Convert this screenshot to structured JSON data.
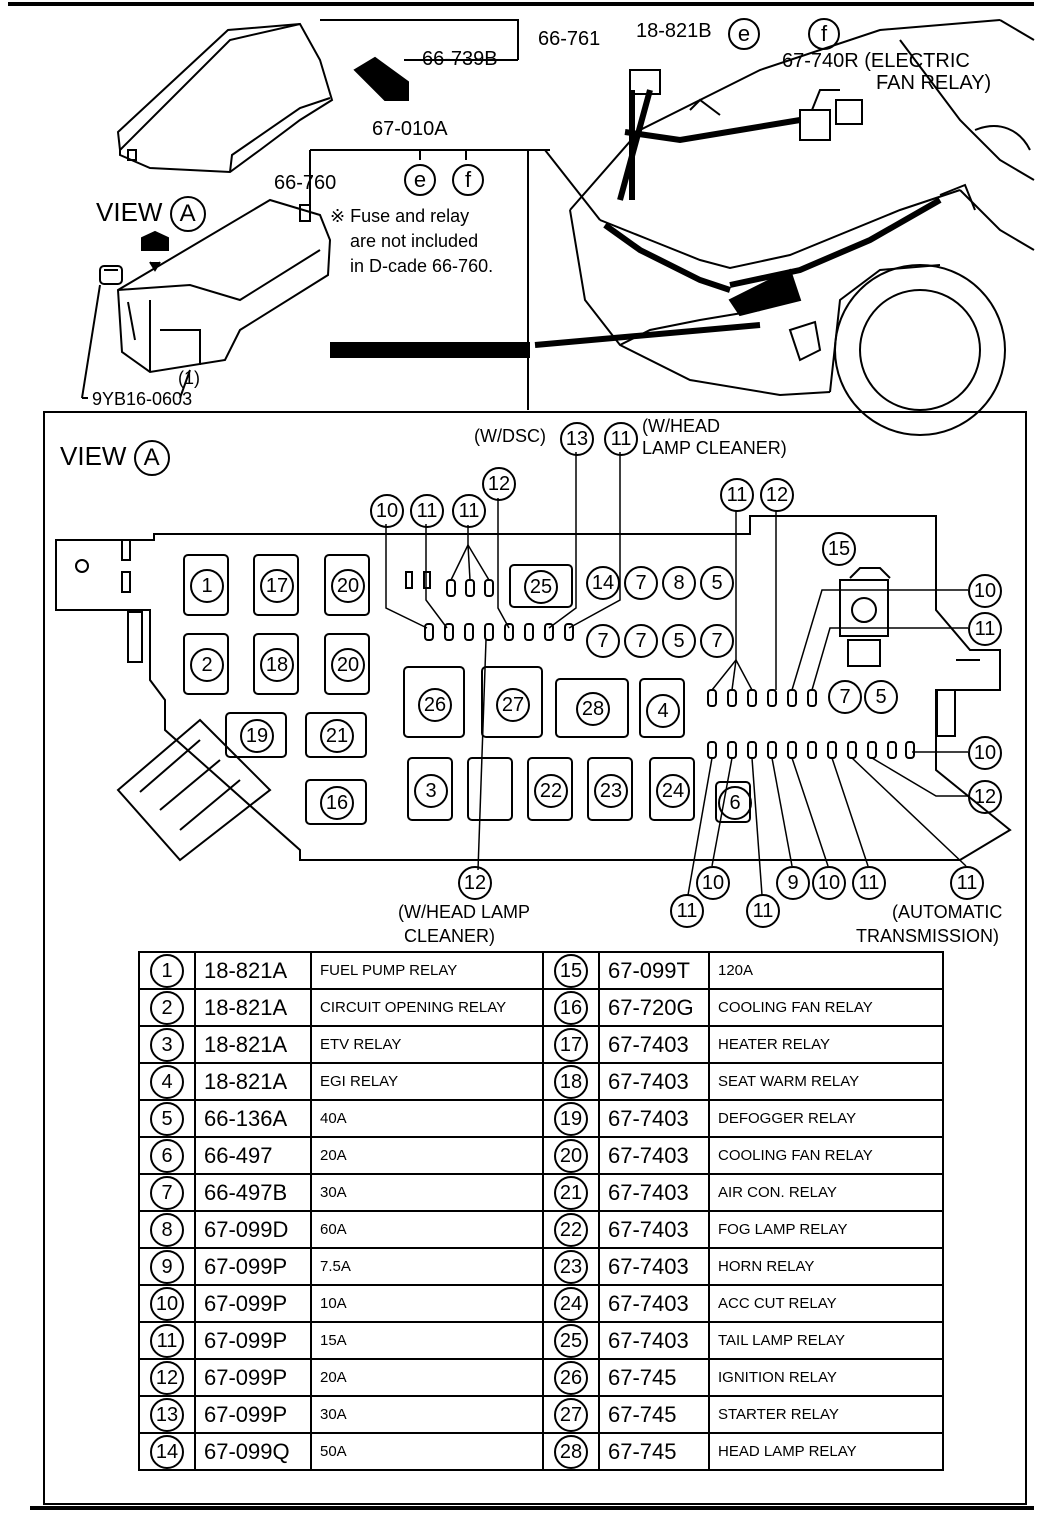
{
  "top_labels": {
    "cover_part": "66-761",
    "clip_part": "66-739B",
    "relay_e_part": "18-821B",
    "relay_e_tag": "e",
    "relay_f_tag": "f",
    "fan_relay_part": "67-740R (ELECTRIC",
    "fan_relay_part2": "FAN RELAY)",
    "fuse_block_part": "67-010A",
    "tag_e": "e",
    "tag_f": "f",
    "box_part": "66-760",
    "note_line1": "※ Fuse and relay",
    "note_line2": "are not included",
    "note_line3": "in D-cade 66-760.",
    "view_word": "VIEW",
    "view_letter": "A",
    "bolt_part": "9YB16-0603",
    "qty": "(1)"
  },
  "view_panel": {
    "title_word": "VIEW",
    "title_letter": "A",
    "wdsc": "(W/DSC)",
    "whead_top_1": "(W/HEAD",
    "whead_top_2": "LAMP CLEANER)",
    "whead_bottom_1": "(W/HEAD LAMP",
    "whead_bottom_2": "CLEANER)",
    "auto_1": "(AUTOMATIC",
    "auto_2": "TRANSMISSION)",
    "slot_numbers": [
      "1",
      "17",
      "20",
      "2",
      "18",
      "20",
      "19",
      "21",
      "16",
      "26",
      "27",
      "28",
      "4",
      "3",
      "22",
      "23",
      "24",
      "25",
      "14",
      "7",
      "8",
      "5",
      "7",
      "7",
      "5",
      "7",
      "7",
      "5",
      "6",
      "15"
    ],
    "callouts": [
      "10",
      "11",
      "11",
      "12",
      "13",
      "11",
      "11",
      "12",
      "10",
      "11",
      "10",
      "12",
      "12",
      "11",
      "10",
      "11",
      "9",
      "10",
      "11",
      "11"
    ]
  },
  "legend": {
    "rows": [
      {
        "n1": "1",
        "p1": "18-821A",
        "d1": "FUEL PUMP RELAY",
        "n2": "15",
        "p2": "67-099T",
        "d2": "120A"
      },
      {
        "n1": "2",
        "p1": "18-821A",
        "d1": "CIRCUIT OPENING RELAY",
        "n2": "16",
        "p2": "67-720G",
        "d2": "COOLING FAN RELAY"
      },
      {
        "n1": "3",
        "p1": "18-821A",
        "d1": "ETV RELAY",
        "n2": "17",
        "p2": "67-7403",
        "d2": "HEATER RELAY"
      },
      {
        "n1": "4",
        "p1": "18-821A",
        "d1": "EGI RELAY",
        "n2": "18",
        "p2": "67-7403",
        "d2": "SEAT WARM RELAY"
      },
      {
        "n1": "5",
        "p1": "66-136A",
        "d1": "40A",
        "n2": "19",
        "p2": "67-7403",
        "d2": "DEFOGGER RELAY"
      },
      {
        "n1": "6",
        "p1": "66-497",
        "d1": "20A",
        "n2": "20",
        "p2": "67-7403",
        "d2": "COOLING FAN RELAY"
      },
      {
        "n1": "7",
        "p1": "66-497B",
        "d1": "30A",
        "n2": "21",
        "p2": "67-7403",
        "d2": "AIR CON. RELAY"
      },
      {
        "n1": "8",
        "p1": "67-099D",
        "d1": "60A",
        "n2": "22",
        "p2": "67-7403",
        "d2": "FOG LAMP RELAY"
      },
      {
        "n1": "9",
        "p1": "67-099P",
        "d1": "7.5A",
        "n2": "23",
        "p2": "67-7403",
        "d2": "HORN RELAY"
      },
      {
        "n1": "10",
        "p1": "67-099P",
        "d1": "10A",
        "n2": "24",
        "p2": "67-7403",
        "d2": "ACC CUT RELAY"
      },
      {
        "n1": "11",
        "p1": "67-099P",
        "d1": "15A",
        "n2": "25",
        "p2": "67-7403",
        "d2": "TAIL LAMP RELAY"
      },
      {
        "n1": "12",
        "p1": "67-099P",
        "d1": "20A",
        "n2": "26",
        "p2": "67-745",
        "d2": "IGNITION RELAY"
      },
      {
        "n1": "13",
        "p1": "67-099P",
        "d1": "30A",
        "n2": "27",
        "p2": "67-745",
        "d2": "STARTER RELAY"
      },
      {
        "n1": "14",
        "p1": "67-099Q",
        "d1": "50A",
        "n2": "28",
        "p2": "67-745",
        "d2": "HEAD LAMP RELAY"
      }
    ]
  }
}
